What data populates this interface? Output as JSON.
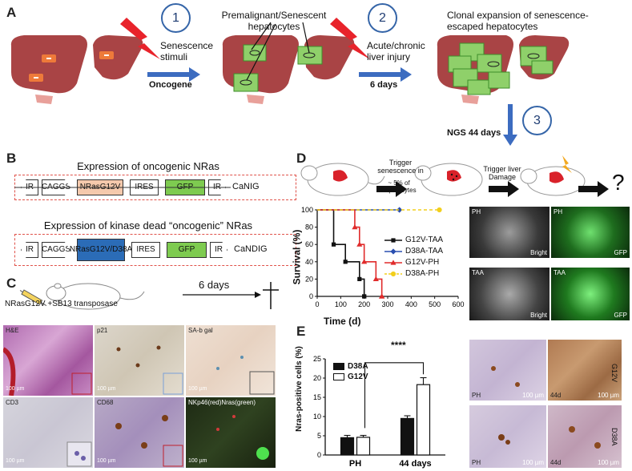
{
  "panelA": {
    "letter": "A",
    "steps": [
      "1",
      "2",
      "3"
    ],
    "stimuli_label": "Senescence stimuli",
    "oncogene_label": "Oncogene",
    "premalignant_label": "Premalignant/Senescent hepatocytes",
    "injury_label": "Acute/chronic liver injury",
    "days_label": "6 days",
    "clonal_label": "Clonal expansion of senescence-escaped hepatocytes",
    "ngs_label": "NGS 44 days",
    "colors": {
      "liver": "#a94445",
      "senescent": "#ee7a3a",
      "expanded": "#8fd06a",
      "arrow": "#3c6cc0",
      "bolt": "#e8232b"
    }
  },
  "panelB": {
    "letter": "B",
    "construct1": {
      "title": "Expression of oncogenic NRas",
      "elements": [
        "IR",
        "CAGGS",
        "NRasG12V",
        "IRES",
        "GFP",
        "IR"
      ],
      "name": "CaNIG"
    },
    "construct2": {
      "title": "Expression of kinase dead “oncogenic” NRas",
      "elements": [
        "IR",
        "CAGGS",
        "NRasG12V/D38A",
        "IRES",
        "GFP",
        "IR"
      ],
      "name": "CaNDIG"
    }
  },
  "panelC": {
    "letter": "C",
    "injection_label": "NRasG12V +SB13 transposase",
    "days_label": "6 days",
    "stains": [
      "H&E",
      "p21",
      "SA-b gal",
      "CD3",
      "CD68",
      "NKp46(red)Nras(green)"
    ],
    "scale_labels": [
      "100 µm",
      "100 µm",
      "100 µm",
      "100 µm",
      "100 µm",
      "100 µm"
    ]
  },
  "panelD": {
    "letter": "D",
    "trigger1": "Trigger senescence in",
    "trigger1_sub": "~ 5% of hepatocytes",
    "trigger2": "Trigger liver Damage",
    "question": "?",
    "photo_labels": [
      "PH",
      "Bright",
      "PH",
      "GFP",
      "TAA",
      "Bright",
      "TAA",
      "GFP"
    ]
  },
  "panelE": {
    "letter": "E",
    "significance": "****",
    "side_labels": [
      "G12V",
      "D38A"
    ],
    "photo_labels": [
      "PH",
      "100 µm",
      "44d",
      "100 µm",
      "PH",
      "100 µm",
      "44d",
      "100 µm"
    ]
  },
  "chart_data": [
    {
      "type": "line",
      "subtype": "kaplan-meier",
      "xlabel": "Time (d)",
      "ylabel": "Survival (%)",
      "xlim": [
        0,
        600
      ],
      "ylim": [
        0,
        100
      ],
      "xticks": [
        0,
        100,
        200,
        300,
        400,
        500,
        600
      ],
      "yticks": [
        0,
        20,
        40,
        60,
        80,
        100
      ],
      "legend_position": "right",
      "series": [
        {
          "name": "G12V-TAA",
          "color": "#111111",
          "marker": "square",
          "x": [
            0,
            70,
            70,
            120,
            120,
            180,
            180,
            200,
            200
          ],
          "y": [
            100,
            100,
            60,
            60,
            40,
            40,
            20,
            20,
            0
          ]
        },
        {
          "name": "D38A-TAA",
          "color": "#2a4fb0",
          "marker": "diamond",
          "x": [
            0,
            350
          ],
          "y": [
            100,
            100
          ]
        },
        {
          "name": "G12V-PH",
          "color": "#e02b2b",
          "marker": "triangle",
          "x": [
            0,
            160,
            160,
            180,
            180,
            200,
            200,
            250,
            250,
            275,
            275
          ],
          "y": [
            100,
            100,
            80,
            80,
            60,
            60,
            40,
            40,
            20,
            20,
            0
          ]
        },
        {
          "name": "D38A-PH",
          "color": "#f2cf1d",
          "marker": "circle",
          "dashed": true,
          "x": [
            0,
            520
          ],
          "y": [
            100,
            100
          ]
        }
      ]
    },
    {
      "type": "bar",
      "ylabel": "Nras-positive cells (%)",
      "categories": [
        "PH",
        "44 days"
      ],
      "ylim": [
        0,
        25
      ],
      "yticks": [
        0,
        5,
        10,
        15,
        20,
        25
      ],
      "legend_position": "top-left",
      "series": [
        {
          "name": "D38A",
          "color": "#111111",
          "values": [
            4.5,
            9.5
          ],
          "errors": [
            0.6,
            0.7
          ]
        },
        {
          "name": "G12V",
          "color": "#ffffff",
          "values": [
            4.6,
            18.3
          ],
          "errors": [
            0.5,
            1.8
          ]
        }
      ]
    }
  ]
}
